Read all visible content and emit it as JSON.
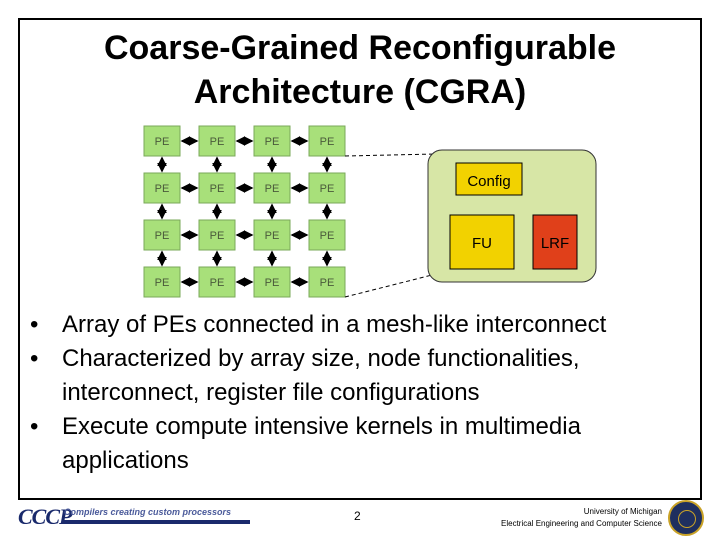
{
  "slide": {
    "title_line1": "Coarse-Grained Reconfigurable",
    "title_line2": "Architecture (CGRA)",
    "page_number": "2"
  },
  "diagram": {
    "pe_label": "PE",
    "grid_rows": 4,
    "grid_cols": 4,
    "config_label": "Config",
    "fu_label": "FU",
    "lrf_label": "LRF",
    "colors": {
      "pe_fill": "#a8e07a",
      "pe_stroke": "#7aa85a",
      "pe_text": "#4a5a3a",
      "detail_fill": "#d7e6a6",
      "config_fill": "#f2d200",
      "fu_fill": "#f2d200",
      "lrf_fill": "#e0401a",
      "arrow": "#000000"
    }
  },
  "bullets": [
    {
      "mark": "•",
      "text": "Array of PEs connected in a mesh-like interconnect"
    },
    {
      "mark": "•",
      "text": "Characterized by array size, node functionalities, interconnect, register file configurations"
    },
    {
      "mark": "•",
      "text": "Execute compute intensive kernels in multimedia applications"
    }
  ],
  "footer": {
    "logo": "CCCP",
    "tagline": "Compilers creating custom processors",
    "university_line1": "University of Michigan",
    "university_line2": "Electrical Engineering and Computer Science"
  }
}
